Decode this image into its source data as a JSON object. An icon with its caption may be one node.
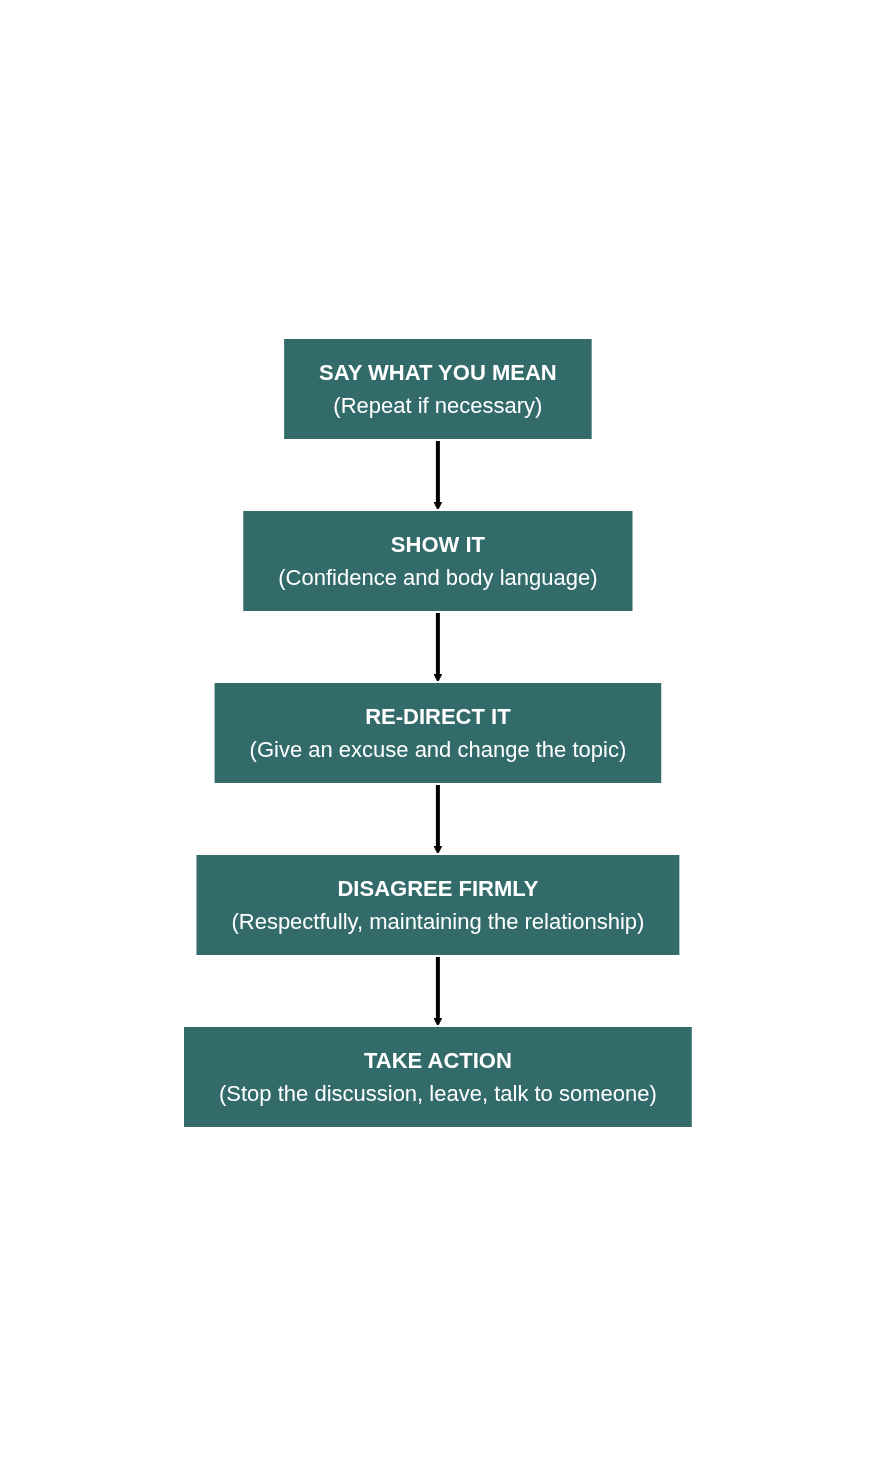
{
  "diagram": {
    "nodes": [
      {
        "text": [
          "SAY WHAT YOU MEAN",
          "(Repeat if necessary)"
        ]
      },
      {
        "text": [
          "SHOW IT",
          "(Confidence and body language)"
        ]
      },
      {
        "text": [
          "RE-DIRECT IT",
          "(Give an excuse and change the topic)"
        ]
      },
      {
        "text": [
          "DISAGREE FIRMLY",
          "(Respectfully, maintaining the relationship)"
        ]
      },
      {
        "text": [
          "TAKE ACTION",
          "(Stop the discussion, leave, talk to someone)"
        ]
      }
    ],
    "edges": [
      {
        "from": 0,
        "to": 1,
        "arrow": "to"
      },
      {
        "from": 1,
        "to": 2,
        "arrow": "to"
      },
      {
        "from": 2,
        "to": 3,
        "arrow": "to"
      },
      {
        "from": 3,
        "to": 4,
        "arrow": "to"
      }
    ]
  }
}
